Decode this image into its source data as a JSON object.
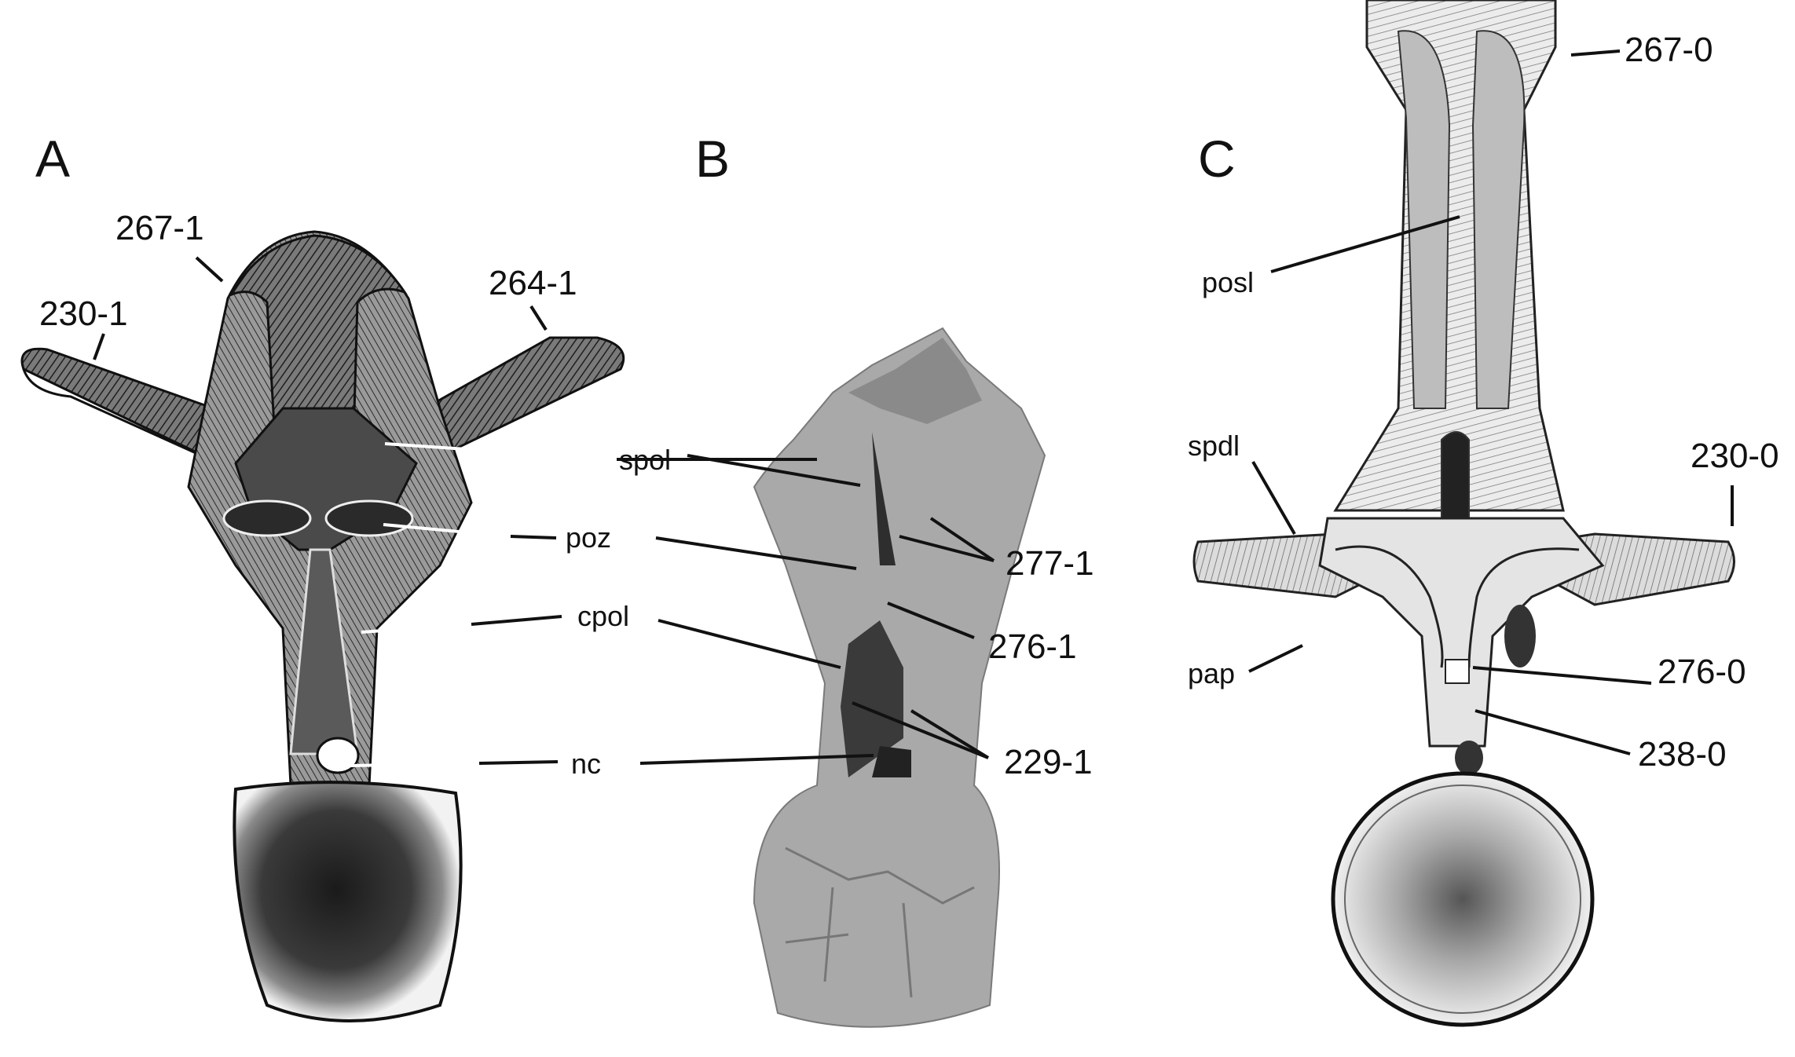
{
  "panels": {
    "a": {
      "letter": "A",
      "labels": {
        "code_267": "267-1",
        "code_230": "230-1",
        "code_264": "264-1",
        "spol": "spol",
        "poz": "poz",
        "cpol": "cpol",
        "nc": "nc"
      }
    },
    "b": {
      "letter": "B",
      "labels": {
        "code_277": "277-1",
        "code_276": "276-1",
        "code_229": "229-1"
      }
    },
    "c": {
      "letter": "C",
      "labels": {
        "code_267": "267-0",
        "posl": "posl",
        "spdl": "spdl",
        "code_230": "230-0",
        "pap": "pap",
        "code_276": "276-0",
        "code_238": "238-0"
      }
    }
  },
  "colors": {
    "engraving_dark": "#2e2e2e",
    "engraving_mid": "#6a6a6a",
    "photo_fill": "#a9a9a9",
    "photo_dark": "#3a3a3a",
    "drawing_fill": "#d9d9d9",
    "ink": "#111111"
  }
}
